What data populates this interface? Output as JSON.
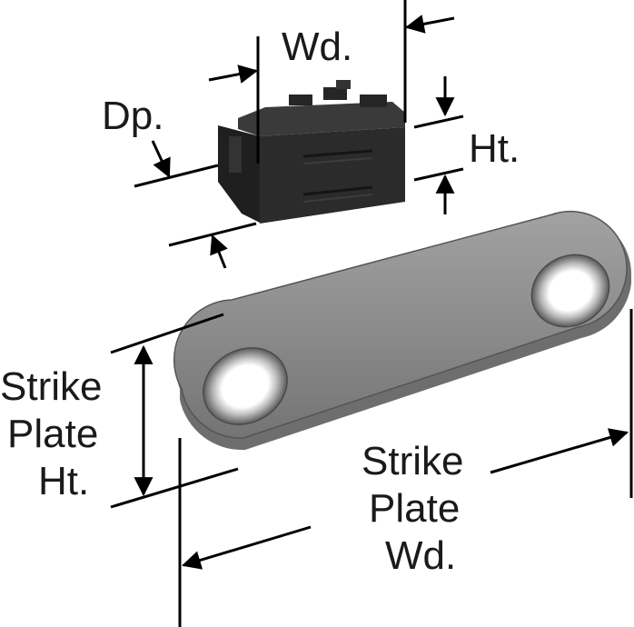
{
  "labels": {
    "wd": "Wd.",
    "dp": "Dp.",
    "ht": "Ht.",
    "strike_plate_ht": [
      "Strike",
      "Plate",
      "Ht."
    ],
    "strike_plate_wd": [
      "Strike",
      "Plate",
      "Wd."
    ]
  },
  "colors": {
    "line": "#000000",
    "text": "#1a1a1a",
    "plate": "#8a8a8a",
    "plate_edge": "#6e6e6e",
    "catch_body": "#2b2b2b"
  }
}
